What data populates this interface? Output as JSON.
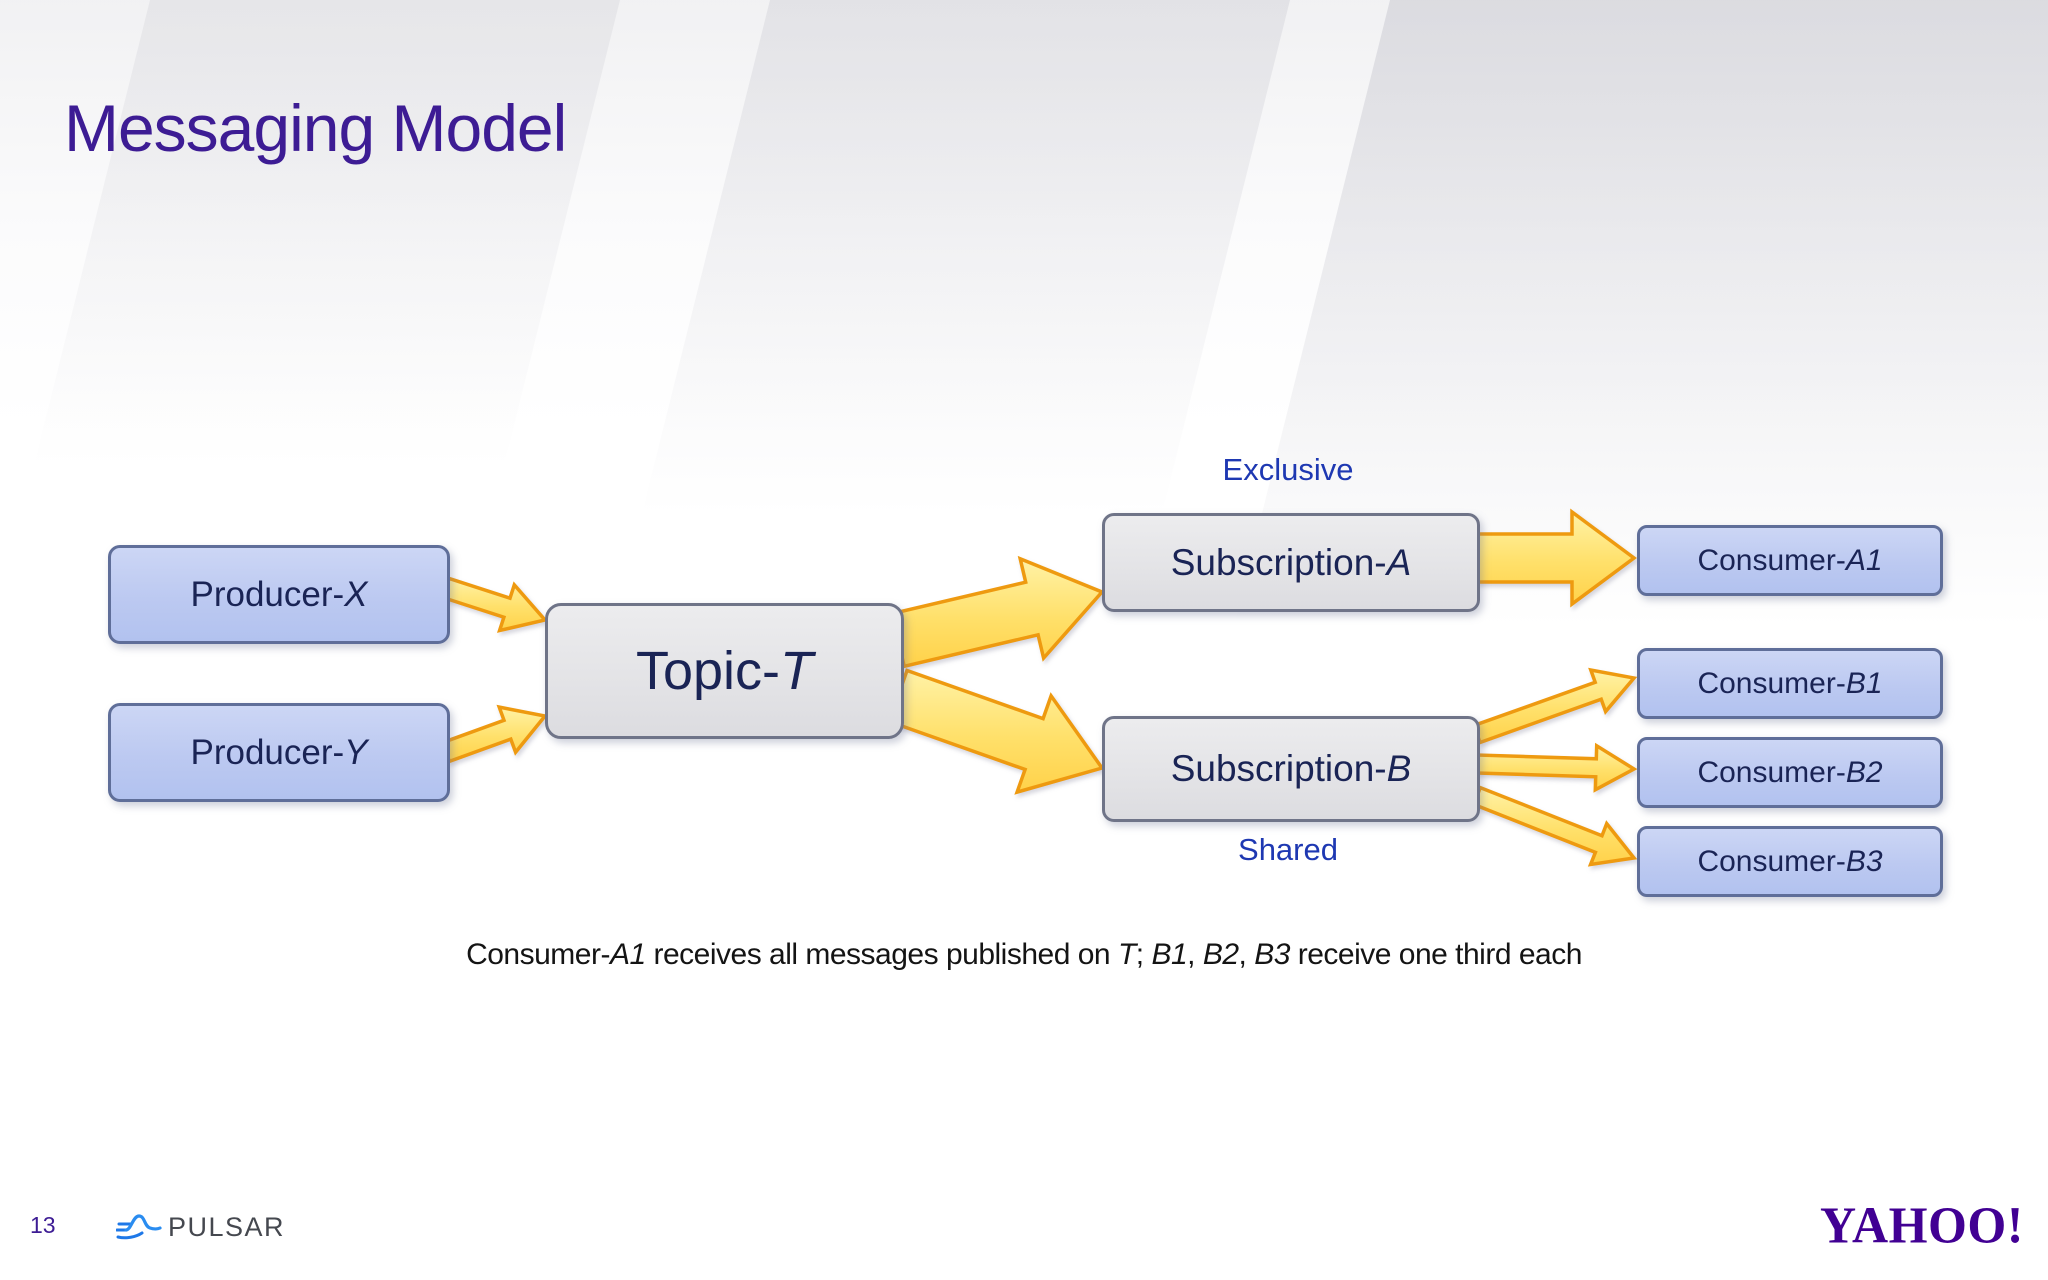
{
  "theme": {
    "title_color": "#3D1C94",
    "label_blue": "#1E38B2",
    "box_text_navy": "#1A2455",
    "arrow_fill_light": "#FFEF9C",
    "arrow_fill_dark": "#FFD24A",
    "arrow_stroke": "#EE9A10",
    "yahoo_purple": "#410093",
    "pulsar_blue": "#1E78E8",
    "pulsar_text_gray": "#45484F"
  },
  "slide": {
    "title": "Messaging Model",
    "page_number": "13",
    "pulsar_wordmark": "PULSAR",
    "yahoo_wordmark": "YAHOO!"
  },
  "diagram": {
    "producers": [
      {
        "prefix": "Producer-",
        "suffix": "X"
      },
      {
        "prefix": "Producer-",
        "suffix": "Y"
      }
    ],
    "topic": {
      "prefix": "Topic-",
      "suffix": "T"
    },
    "subscriptions": [
      {
        "prefix": "Subscription-",
        "suffix": "A",
        "mode_label": "Exclusive",
        "mode_label_position": "above"
      },
      {
        "prefix": "Subscription-",
        "suffix": "B",
        "mode_label": "Shared",
        "mode_label_position": "below"
      }
    ],
    "consumers": [
      {
        "prefix": "Consumer-",
        "suffix": "A1"
      },
      {
        "prefix": "Consumer-",
        "suffix": "B1"
      },
      {
        "prefix": "Consumer-",
        "suffix": "B2"
      },
      {
        "prefix": "Consumer-",
        "suffix": "B3"
      }
    ],
    "connections": [
      {
        "from": "producer-x",
        "to": "topic-t",
        "weight": "thin"
      },
      {
        "from": "producer-y",
        "to": "topic-t",
        "weight": "thin"
      },
      {
        "from": "topic-t",
        "to": "subscription-a",
        "weight": "thick"
      },
      {
        "from": "topic-t",
        "to": "subscription-b",
        "weight": "thick"
      },
      {
        "from": "subscription-a",
        "to": "consumer-a1",
        "weight": "thick"
      },
      {
        "from": "subscription-b",
        "to": "consumer-b1",
        "weight": "thin"
      },
      {
        "from": "subscription-b",
        "to": "consumer-b2",
        "weight": "thin"
      },
      {
        "from": "subscription-b",
        "to": "consumer-b3",
        "weight": "thin"
      }
    ],
    "caption_segments": [
      {
        "text": "Consumer-",
        "italic": false
      },
      {
        "text": "A1",
        "italic": true
      },
      {
        "text": " receives all messages published on ",
        "italic": false
      },
      {
        "text": "T",
        "italic": true
      },
      {
        "text": "; ",
        "italic": false
      },
      {
        "text": "B1",
        "italic": true
      },
      {
        "text": ", ",
        "italic": false
      },
      {
        "text": "B2",
        "italic": true
      },
      {
        "text": ", ",
        "italic": false
      },
      {
        "text": "B3",
        "italic": true
      },
      {
        "text": " receive one third each",
        "italic": false
      }
    ]
  }
}
